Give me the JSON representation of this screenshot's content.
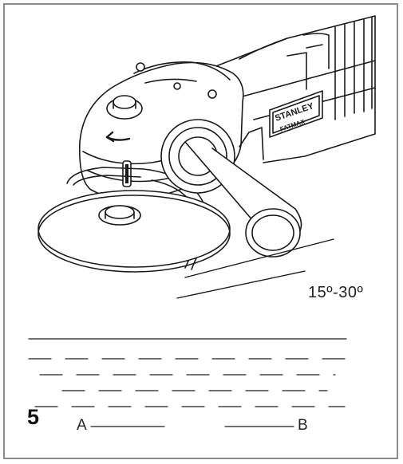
{
  "figure": {
    "number": "5",
    "angle_label": "15º-30º",
    "label_a": "A",
    "label_b": "B",
    "brand_top": "STANLEY",
    "brand_bottom": "FATMAX"
  },
  "colors": {
    "line": "#1a1a1a",
    "frame": "#8c8c8c",
    "background": "#ffffff"
  }
}
